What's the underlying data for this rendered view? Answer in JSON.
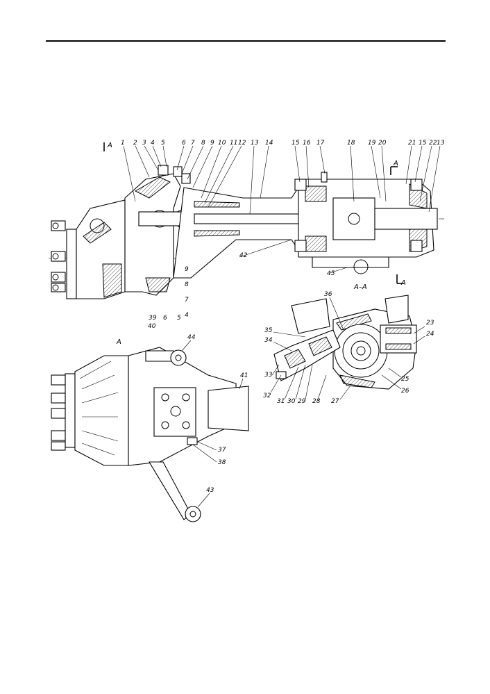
{
  "diagram": {
    "view_labels": {
      "section_mark_left": "A",
      "section_mark_right": "A",
      "section_title": "А–А",
      "view_a": "А"
    },
    "main_callouts": [
      "1",
      "2",
      "3",
      "4",
      "5",
      "6",
      "7",
      "8",
      "9",
      "10",
      "11",
      "12",
      "13",
      "14",
      "15",
      "16",
      "17",
      "18",
      "19",
      "20",
      "21",
      "22",
      "13"
    ],
    "main_right_callouts": [
      "15"
    ],
    "main_lower_callouts": [
      "9",
      "8",
      "7",
      "4",
      "5",
      "6",
      "39",
      "40",
      "42",
      "45"
    ],
    "section_callouts": [
      "36",
      "23",
      "24",
      "25",
      "26",
      "27",
      "28",
      "29",
      "30",
      "31",
      "32",
      "33",
      "34",
      "35"
    ],
    "view_callouts": [
      "44",
      "41",
      "37",
      "38",
      "43"
    ]
  }
}
